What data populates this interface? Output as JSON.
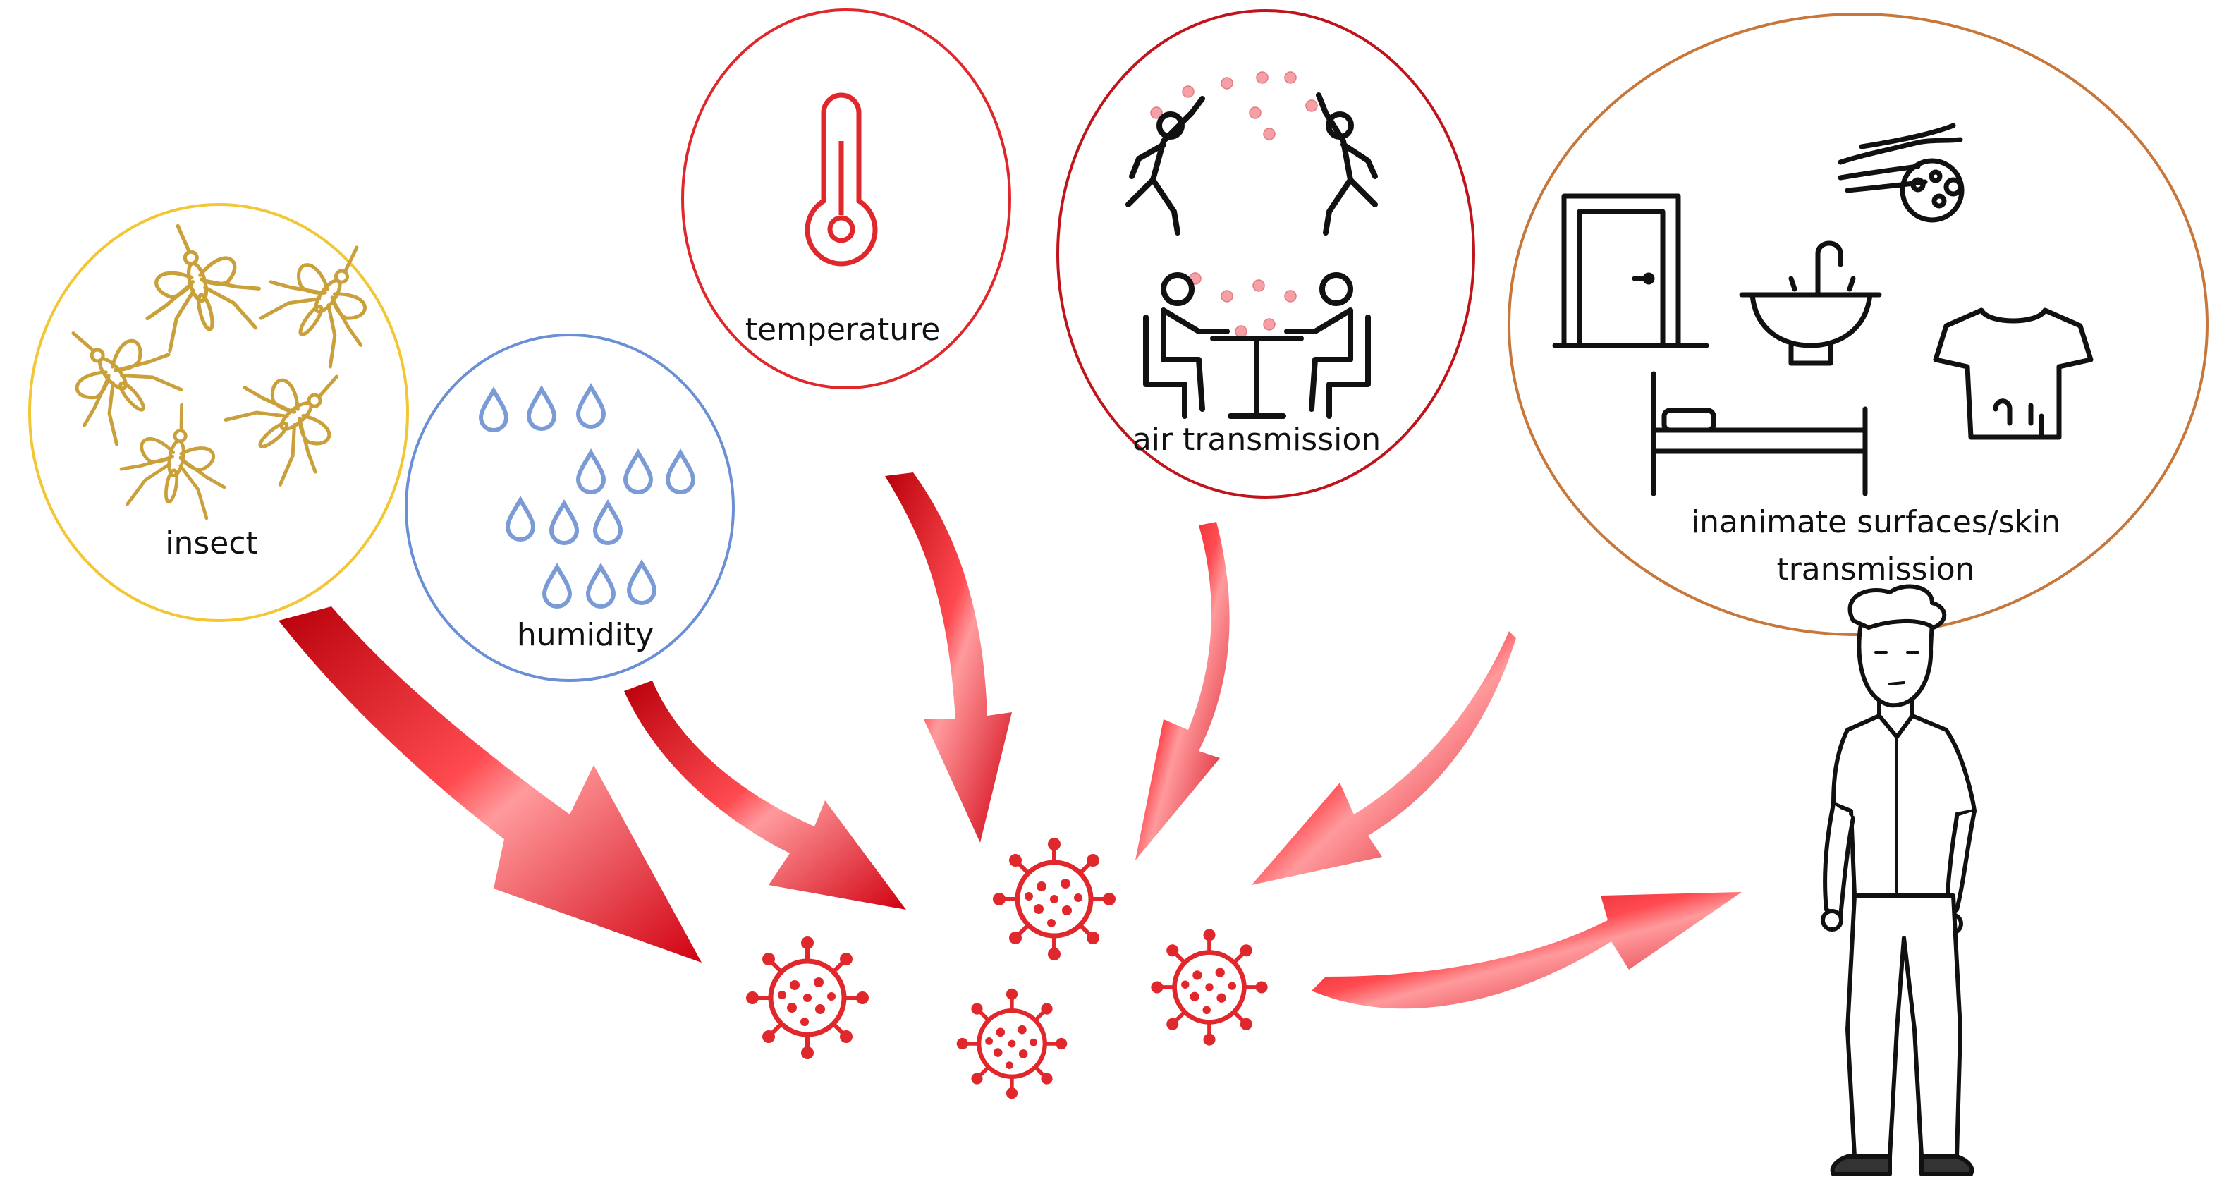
{
  "factors": {
    "insect": {
      "label": "insect",
      "border_color": "#f3c634",
      "icon_color": "#c9a03a",
      "icon": "mosquito-icon"
    },
    "humidity": {
      "label": "humidity",
      "border_color": "#6a8fd4",
      "icon_color": "#7a9bd6",
      "icon": "water-drop-icon"
    },
    "temperature": {
      "label": "temperature",
      "border_color": "#e0272b",
      "icon_color": "#e0272b",
      "icon": "thermometer-icon"
    },
    "air": {
      "label": "air transmission",
      "border_color": "#c0141c",
      "icon": "people-icon"
    },
    "surfaces": {
      "label_line1": "inanimate surfaces/skin",
      "label_line2": "transmission",
      "border_color": "#c8773a",
      "icon": "household-objects-icon"
    }
  },
  "virus": {
    "color": "#e0272b",
    "icon": "virus-icon",
    "count": 4
  },
  "arrow_color": "#e8141c",
  "person": {
    "icon": "standing-man-icon"
  }
}
